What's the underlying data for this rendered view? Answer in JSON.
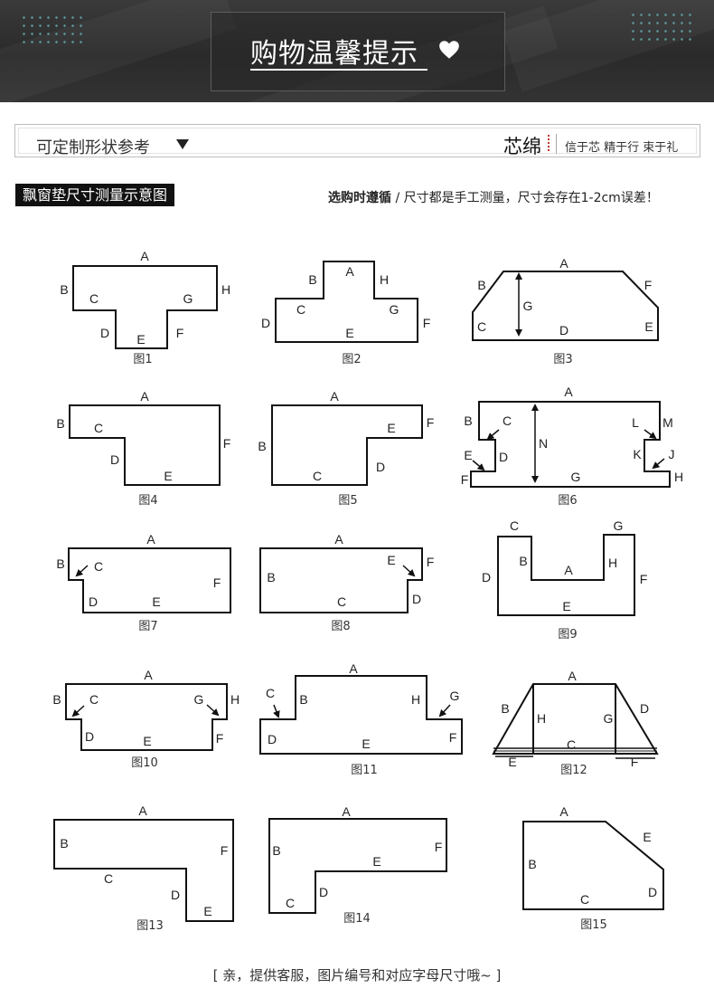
{
  "header": {
    "title": "购物温馨提示"
  },
  "bar": {
    "label": "可定制形状参考",
    "brand_name": "芯绵",
    "brand_slogan": "信于芯 精于行 束于礼"
  },
  "section": {
    "title": "飘窗垫尺寸测量示意图",
    "note_bold": "选购时遵循",
    "note_rest": "/ 尺寸都是手工测量，尺寸会存在1-2cm误差！"
  },
  "figures": {
    "fig1": {
      "caption": "图1",
      "labels": [
        "A",
        "B",
        "C",
        "G",
        "H",
        "D",
        "E",
        "F"
      ]
    },
    "fig2": {
      "caption": "图2",
      "labels": [
        "A",
        "B",
        "H",
        "C",
        "G",
        "D",
        "E",
        "F"
      ]
    },
    "fig3": {
      "caption": "图3",
      "labels": [
        "A",
        "B",
        "F",
        "G",
        "C",
        "D",
        "E"
      ]
    },
    "fig4": {
      "caption": "图4",
      "labels": [
        "A",
        "B",
        "C",
        "F",
        "D",
        "E"
      ]
    },
    "fig5": {
      "caption": "图5",
      "labels": [
        "A",
        "F",
        "E",
        "B",
        "D",
        "C"
      ]
    },
    "fig6": {
      "caption": "图6",
      "labels": [
        "A",
        "B",
        "C",
        "N",
        "L",
        "M",
        "E",
        "D",
        "K",
        "J",
        "F",
        "G",
        "H"
      ]
    },
    "fig7": {
      "caption": "图7",
      "labels": [
        "A",
        "B",
        "C",
        "F",
        "D",
        "E"
      ]
    },
    "fig8": {
      "caption": "图8",
      "labels": [
        "A",
        "E",
        "F",
        "B",
        "D",
        "C"
      ]
    },
    "fig9": {
      "caption": "图9",
      "labels": [
        "C",
        "G",
        "B",
        "A",
        "H",
        "D",
        "F",
        "E"
      ]
    },
    "fig10": {
      "caption": "图10",
      "labels": [
        "A",
        "B",
        "C",
        "G",
        "H",
        "D",
        "E",
        "F"
      ]
    },
    "fig11": {
      "caption": "图11",
      "labels": [
        "A",
        "C",
        "B",
        "H",
        "G",
        "D",
        "E",
        "F"
      ]
    },
    "fig12": {
      "caption": "图12",
      "labels": [
        "A",
        "B",
        "D",
        "H",
        "G",
        "C",
        "E",
        "F"
      ]
    },
    "fig13": {
      "caption": "图13",
      "labels": [
        "A",
        "B",
        "F",
        "C",
        "D",
        "E"
      ]
    },
    "fig14": {
      "caption": "图14",
      "labels": [
        "A",
        "F",
        "B",
        "E",
        "D",
        "C"
      ]
    },
    "fig15": {
      "caption": "图15",
      "labels": [
        "A",
        "E",
        "B",
        "D",
        "C"
      ]
    }
  },
  "footer": {
    "text": "[ 亲，提供客服，图片编号和对应字母尺寸哦~ ]"
  }
}
